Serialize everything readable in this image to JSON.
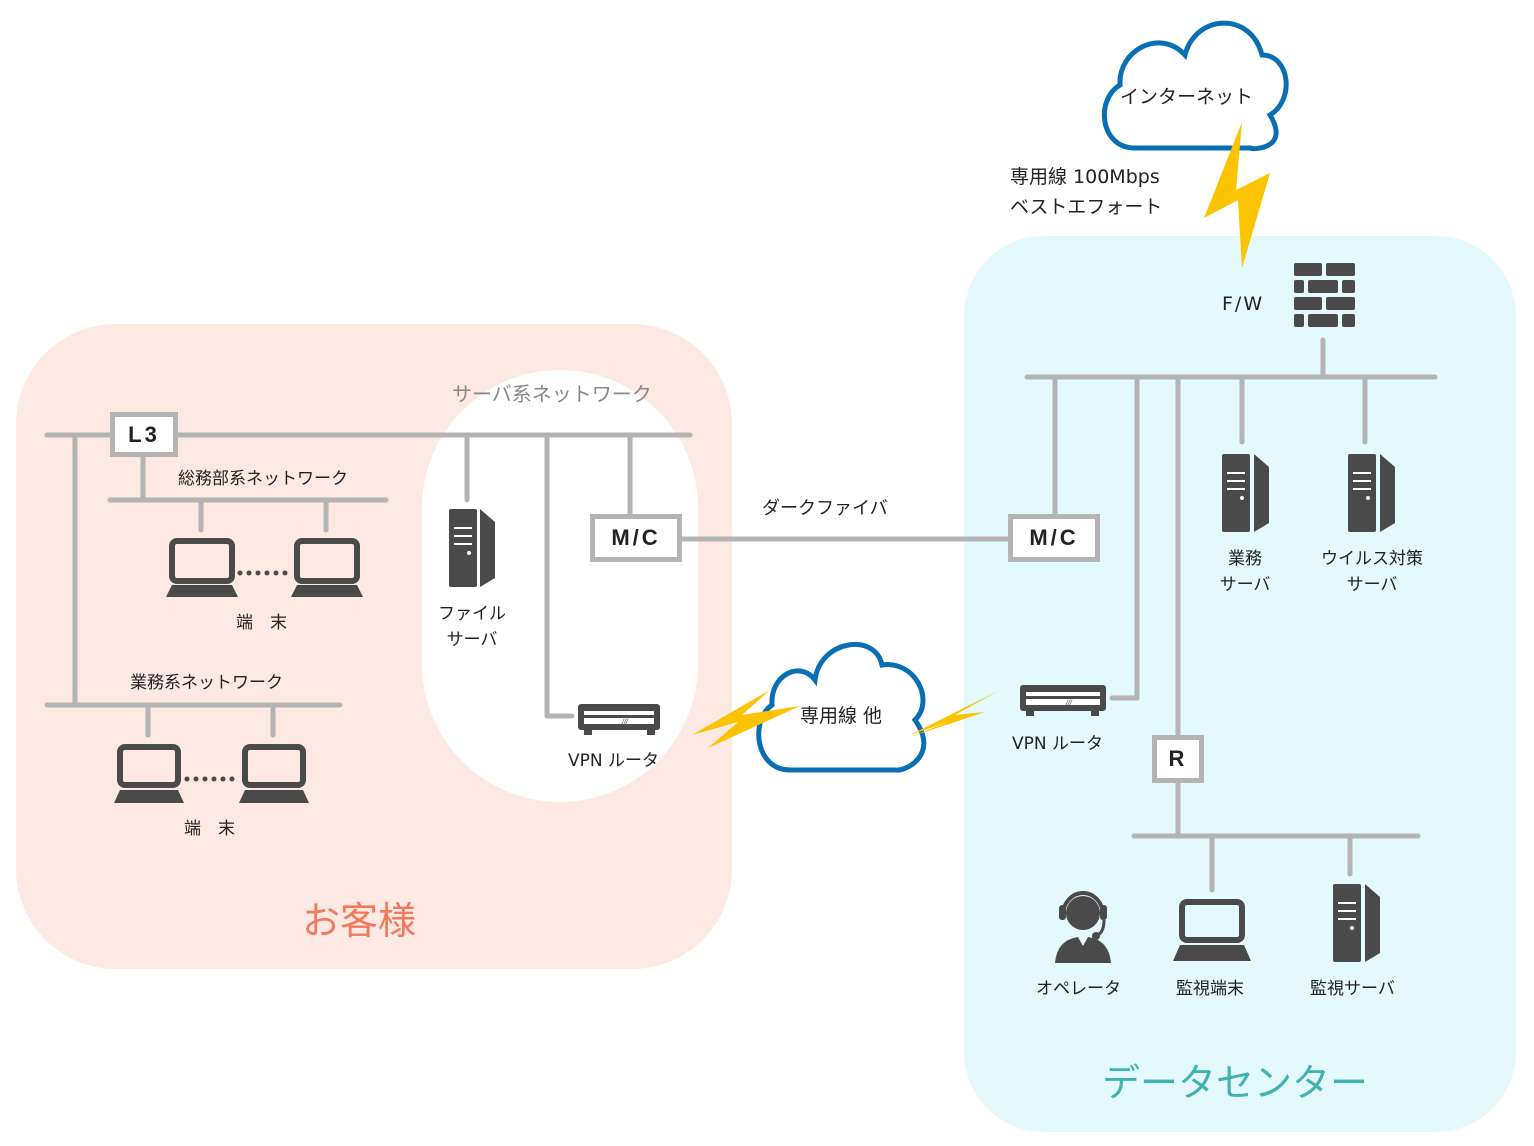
{
  "colors": {
    "customer_zone": "#fde9e4",
    "datacenter_zone": "#e3f9fb",
    "customer_title": "#f07a5c",
    "datacenter_title": "#3eb3b1",
    "wire": "#b4b4b4",
    "cloud_stroke": "#0a6eb4",
    "lightning": "#fbc300",
    "icon": "#4a4a4a"
  },
  "customer": {
    "title": "お客様",
    "l3_label": "L3",
    "general_affairs_network": "総務部系ネットワーク",
    "business_network": "業務系ネットワーク",
    "terminal_label_1": "端　末",
    "terminal_label_2": "端　末",
    "server_network": "サーバ系ネットワーク",
    "file_server_line1": "ファイル",
    "file_server_line2": "サーバ",
    "mc_label": "M/C",
    "vpn_router_label": "VPN ルータ"
  },
  "links": {
    "dark_fiber": "ダークファイバ",
    "leased_line_cloud": "専用線 他",
    "internet_cloud": "インターネット",
    "internet_line1": "専用線 100Mbps",
    "internet_line2": "ベストエフォート"
  },
  "datacenter": {
    "title": "データセンター",
    "fw_label": "F/W",
    "mc_label": "M/C",
    "vpn_router_label": "VPN ルータ",
    "business_server_line1": "業務",
    "business_server_line2": "サーバ",
    "antivirus_server_line1": "ウイルス対策",
    "antivirus_server_line2": "サーバ",
    "router_label": "R",
    "operator_label": "オペレータ",
    "monitor_terminal_label": "監視端末",
    "monitor_server_label": "監視サーバ"
  }
}
